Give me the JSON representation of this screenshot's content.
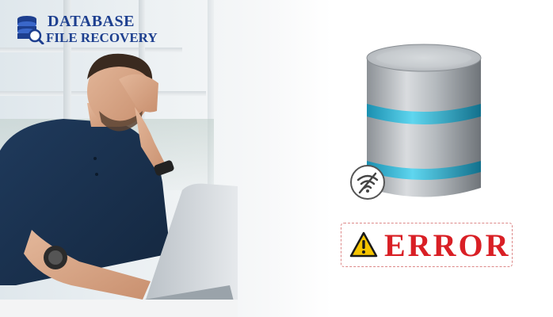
{
  "logo": {
    "line1": "DATABASE",
    "line2": "FILE RECOVERY",
    "icon": "database-search-icon",
    "color": "#1d3f8f"
  },
  "illustration": {
    "database_icon": "database-stack-icon",
    "status_icon": "no-wifi-icon",
    "accent_color": "#2ab6d8"
  },
  "error_banner": {
    "icon": "warning-icon",
    "text": "ERROR",
    "color": "#d91f25"
  }
}
